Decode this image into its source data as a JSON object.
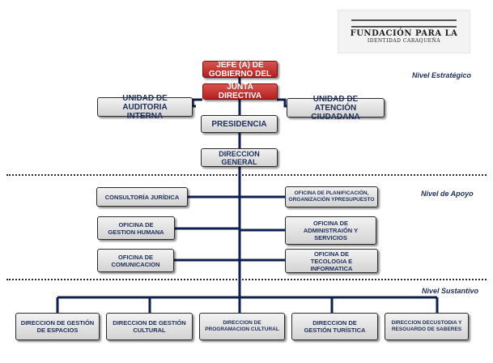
{
  "logo": {
    "line1": "FUNDACIÓN PARA LA",
    "line2": "IDENTIDAD CARAQUEÑA"
  },
  "levels": {
    "strategic": "Nivel Estratégico",
    "support": "Nivel de Apoyo",
    "substantive": "Nivel Sustantivo"
  },
  "nodes": {
    "jefe": "JEFE (A) DE GOBIERNO DEL",
    "junta": "JUNTA DIRECTIVA",
    "auditoria": "UNIDAD DE AUDITORIA INTERNA",
    "atencion": "UNIDAD DE ATENCIÓN CIUDADANA",
    "presidencia": "PRESIDENCIA",
    "direccion_general": "DIRECCION GENERAL",
    "consultoria": "CONSULTORÍA JURÍDICA",
    "planificacion": "OFICINA DE PLANIFICACIÓN, ORGANIZACIÓN YPRESUPUESTO",
    "gestion_humana": "OFICINA DE GESTION HUMANA",
    "administracion": "OFICINA DE ADMINISTRAIÓN Y SERVICIOS",
    "comunicacion": "OFICINA DE COMUNICACION",
    "tecnologia": "OFICINA DE TECOLOGIA E INFORMATICA",
    "espacios": "DIRECCION DE GESTIÓN DE ESPACIOS",
    "cultural": "DIRECCION DE GESTIÓN CULTURAL",
    "programacion": "DIRECCION DE PROGRAMACION CULTURAL",
    "turistica": "DIRECCION DE GESTIÓN TURÍSTICA",
    "custodia": "DIRECCION DECUSTODIA Y RESGUARDO DE SABERES"
  },
  "colors": {
    "box_fill_top": "#f2f2f2",
    "box_fill_bottom": "#d3d3d3",
    "top_box_red": "#c0302c",
    "connector": "#0d1f4d",
    "text_navy": "#1f2f5a"
  }
}
